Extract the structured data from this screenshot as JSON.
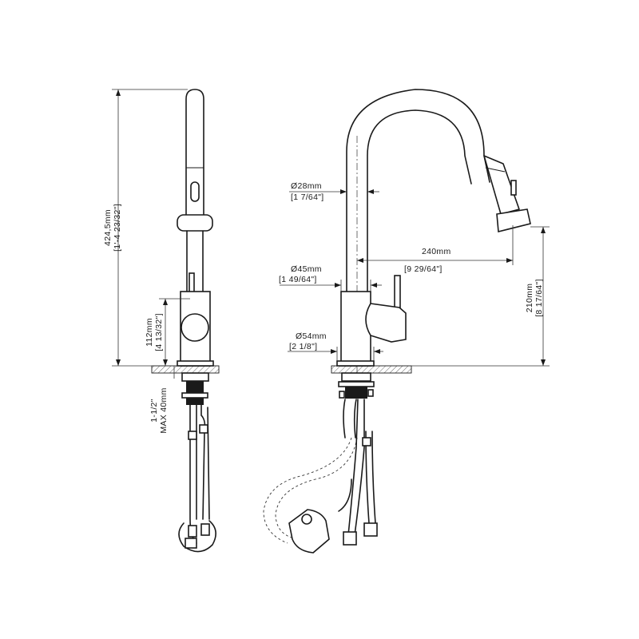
{
  "dimensions": {
    "total_height": {
      "metric": "424,5mm",
      "imperial": "[1'-4 23/32\"]"
    },
    "handle_height": {
      "metric": "112mm",
      "imperial": "[4 13/32\"]"
    },
    "deck_thickness": {
      "line1": "1-1/2\"",
      "line2": "MAX 40mm"
    },
    "spout_diameter": {
      "metric": "Ø28mm",
      "imperial": "[1 7/64\"]"
    },
    "reach": {
      "metric": "240mm",
      "imperial": "[9 29/64\"]"
    },
    "body_diameter": {
      "metric": "Ø45mm",
      "imperial": "[1 49/64\"]"
    },
    "spout_clearance": {
      "metric": "210mm",
      "imperial": "[8 17/64\"]"
    },
    "base_diameter": {
      "metric": "Ø54mm",
      "imperial": "[2 1/8\"]"
    }
  }
}
